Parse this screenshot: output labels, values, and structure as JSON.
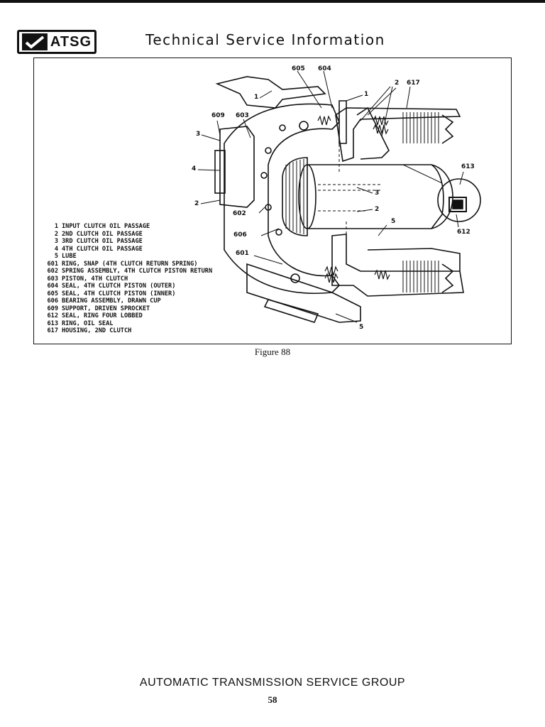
{
  "header": {
    "logo_text": "ATSG",
    "title": "Technical Service Information"
  },
  "figure": {
    "caption": "Figure 88",
    "legend": [
      {
        "num": "1",
        "text": "INPUT CLUTCH OIL PASSAGE"
      },
      {
        "num": "2",
        "text": "2ND CLUTCH OIL PASSAGE"
      },
      {
        "num": "3",
        "text": "3RD CLUTCH OIL PASSAGE"
      },
      {
        "num": "4",
        "text": "4TH CLUTCH OIL PASSAGE"
      },
      {
        "num": "5",
        "text": "LUBE"
      },
      {
        "num": "601",
        "text": "RING, SNAP (4TH CLUTCH RETURN SPRING)"
      },
      {
        "num": "602",
        "text": "SPRING ASSEMBLY, 4TH CLUTCH PISTON RETURN"
      },
      {
        "num": "603",
        "text": "PISTON, 4TH CLUTCH"
      },
      {
        "num": "604",
        "text": "SEAL, 4TH CLUTCH PISTON (OUTER)"
      },
      {
        "num": "605",
        "text": "SEAL, 4TH CLUTCH PISTON (INNER)"
      },
      {
        "num": "606",
        "text": "BEARING ASSEMBLY, DRAWN CUP"
      },
      {
        "num": "609",
        "text": "SUPPORT, DRIVEN SPROCKET"
      },
      {
        "num": "612",
        "text": "SEAL, RING FOUR LOBBED"
      },
      {
        "num": "613",
        "text": "RING, OIL SEAL"
      },
      {
        "num": "617",
        "text": "HOUSING, 2ND CLUTCH"
      }
    ],
    "callouts": {
      "c605": "605",
      "c604": "604",
      "c2top": "2",
      "c617": "617",
      "c1a": "1",
      "c1b": "1",
      "c609": "609",
      "c603": "603",
      "c3a": "3",
      "c4": "4",
      "c613": "613",
      "c2a": "2",
      "c3b": "3",
      "c2b": "2",
      "c602": "602",
      "c5a": "5",
      "c606": "606",
      "c612": "612",
      "c601": "601",
      "c5b": "5"
    }
  },
  "footer": {
    "organization": "AUTOMATIC TRANSMISSION SERVICE GROUP",
    "page": "58"
  }
}
